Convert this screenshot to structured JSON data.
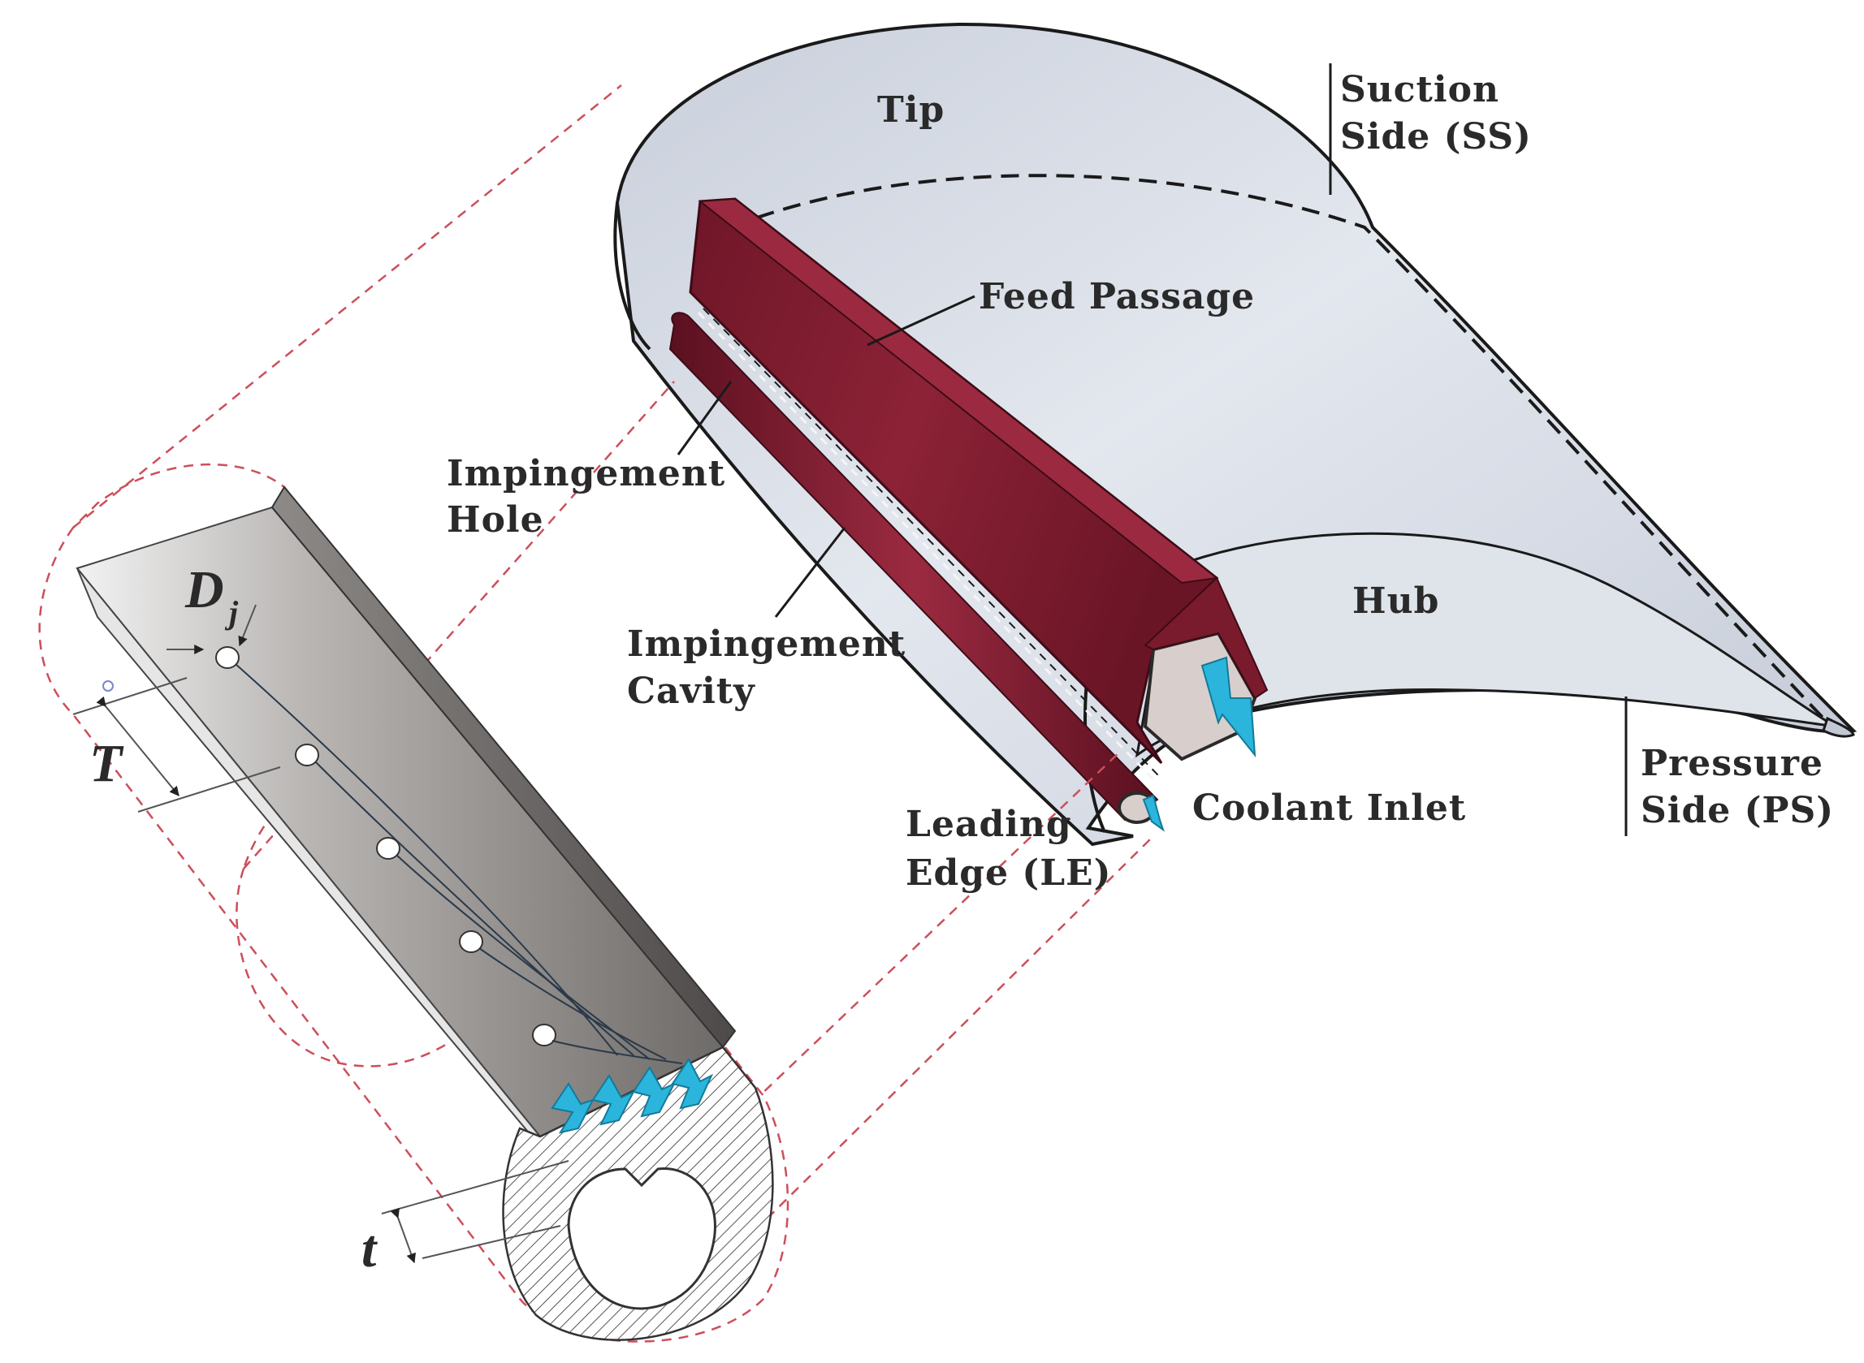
{
  "labels": {
    "tip": "Tip",
    "suction_side_l1": "Suction",
    "suction_side_l2": "Side (SS)",
    "feed_passage": "Feed Passage",
    "impingement_hole_l1": "Impingement",
    "impingement_hole_l2": "Hole",
    "impingement_cavity_l1": "Impingement",
    "impingement_cavity_l2": "Cavity",
    "hub": "Hub",
    "coolant_inlet": "Coolant Inlet",
    "leading_edge_l1": "Leading",
    "leading_edge_l2": "Edge (LE)",
    "pressure_side_l1": "Pressure",
    "pressure_side_l2": "Side (PS)"
  },
  "symbols": {
    "hole_diameter": "D",
    "hole_diameter_sub": "j",
    "hole_spacing": "T",
    "wall_thickness": "t"
  },
  "colors": {
    "blade_fill": "#d4d9e3",
    "passage_red": "#8a1f33",
    "passage_dark": "#5e1222",
    "coolant_arrow": "#2bb5dc",
    "projection_lines": "#cc4f5a",
    "detail_gray": "#7d7774",
    "outline": "#1a1a1a"
  }
}
